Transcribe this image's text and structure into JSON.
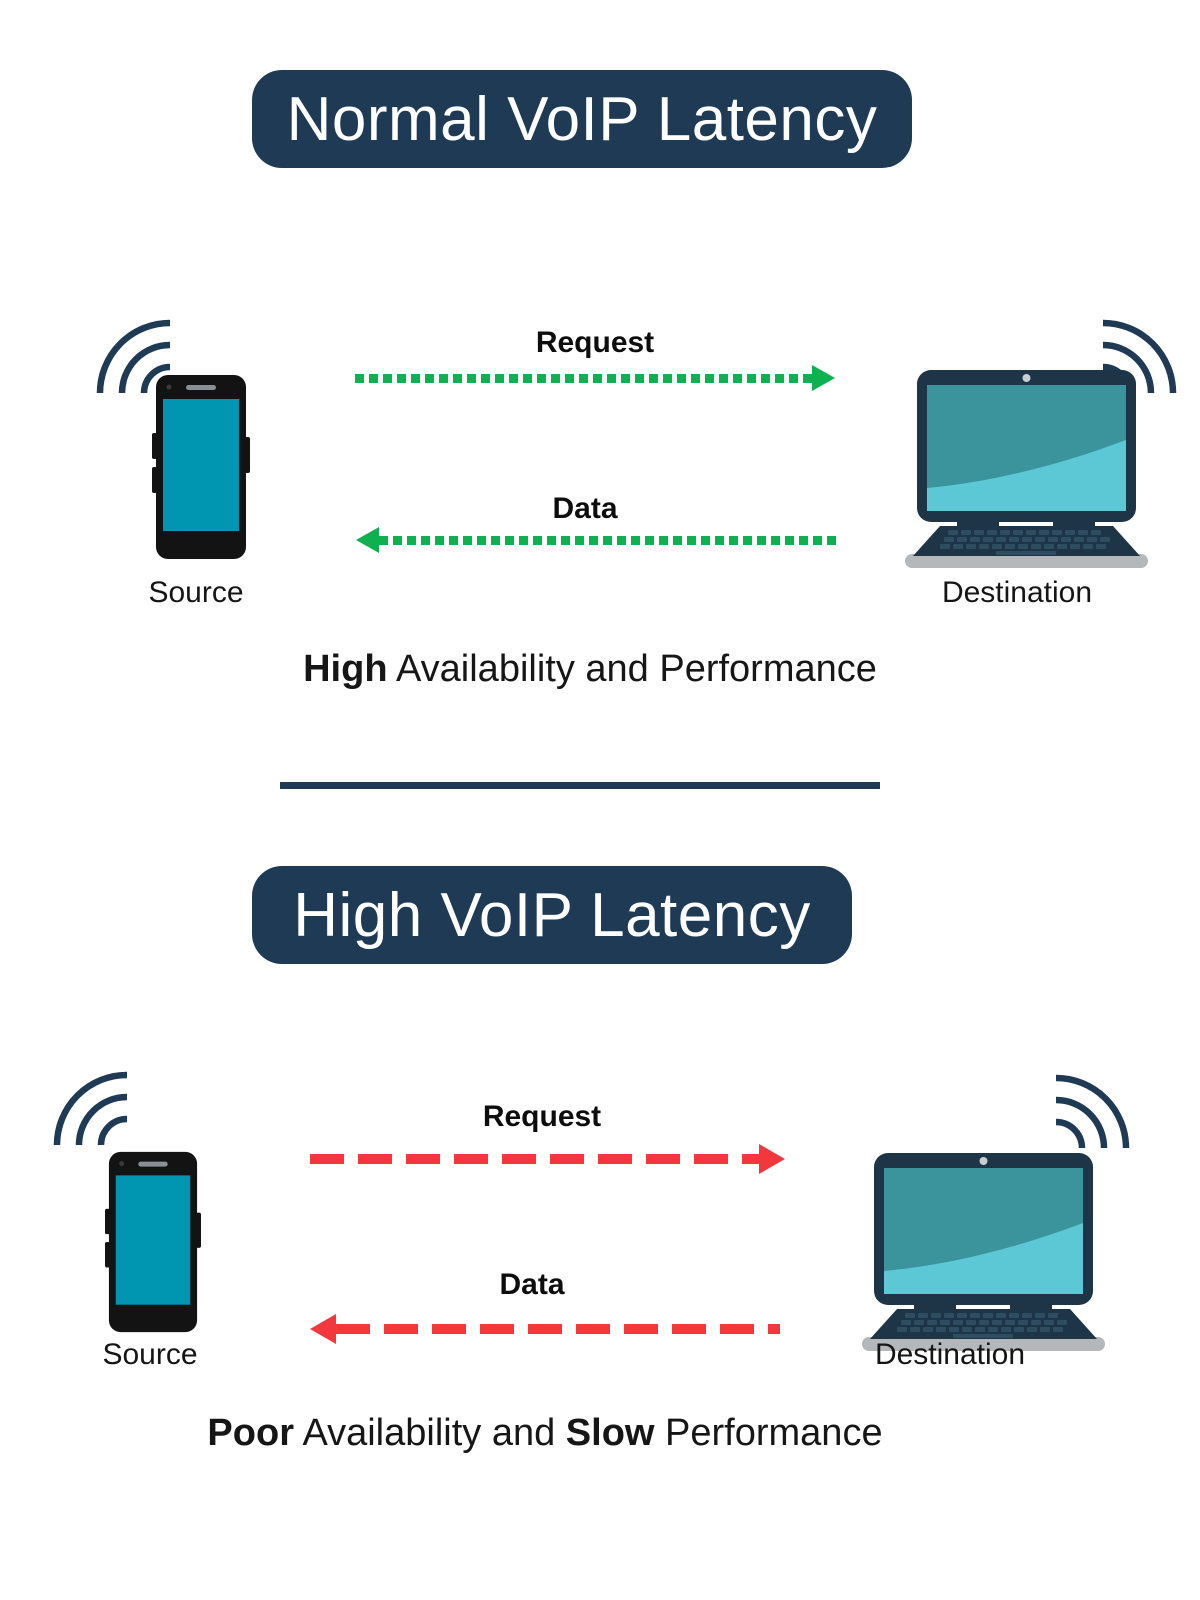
{
  "colors": {
    "navy": "#1e3a55",
    "teal": "#0096b2",
    "green": "#0db14f",
    "red": "#f2383c",
    "laptop-dark": "#1d3547",
    "laptop-screen": "#3b949c",
    "laptop-screen-light": "#5cc8d6",
    "laptop-key": "#2e4d60",
    "laptop-base": "#b5b8ba",
    "text": "#111111",
    "background": "#ffffff"
  },
  "normal_section": {
    "title": "Normal VoIP Latency",
    "request_label": "Request",
    "data_label": "Data",
    "source_label": "Source",
    "destination_label": "Destination",
    "caption": {
      "bold1": "High",
      "mid": " Availability and Performance",
      "bold2": "",
      "end": ""
    }
  },
  "high_section": {
    "title": "High VoIP Latency",
    "request_label": "Request",
    "data_label": "Data",
    "source_label": "Source",
    "destination_label": "Destination",
    "caption": {
      "bold1": "Poor",
      "mid": " Availability and ",
      "bold2": "Slow",
      "end": " Performance"
    }
  },
  "icons": {
    "phone": "smartphone-icon",
    "laptop": "laptop-icon",
    "wifi": "wifi-signal-icon",
    "request_arrow": "arrow-right",
    "data_arrow": "arrow-left"
  }
}
